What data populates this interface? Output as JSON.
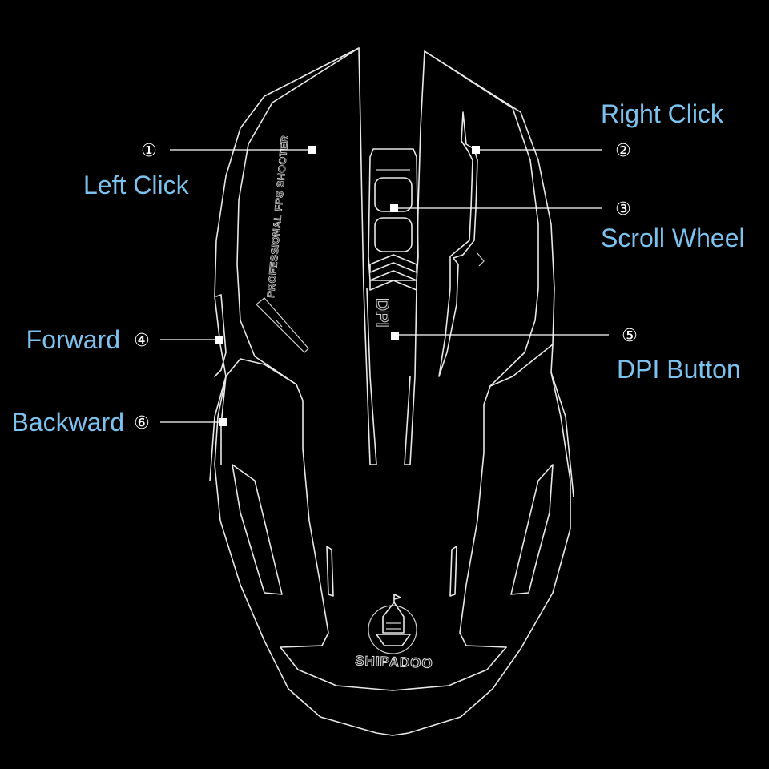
{
  "callouts": [
    {
      "id": "left-click",
      "number": "①",
      "label": "Left Click"
    },
    {
      "id": "right-click",
      "number": "②",
      "label": "Right Click"
    },
    {
      "id": "scroll-wheel",
      "number": "③",
      "label": "Scroll Wheel"
    },
    {
      "id": "forward",
      "number": "④",
      "label": "Forward"
    },
    {
      "id": "dpi-button",
      "number": "⑤",
      "label": "DPI Button"
    },
    {
      "id": "backward",
      "number": "⑥",
      "label": "Backward"
    }
  ],
  "mouse": {
    "side_text": "PROFESSIONAL FPS SHOOTER",
    "dpi_text": "DPI",
    "brand": "SHIPADOO"
  },
  "colors": {
    "background": "#000000",
    "label": "#7cc2ee",
    "outline": "#e8e8e8"
  }
}
